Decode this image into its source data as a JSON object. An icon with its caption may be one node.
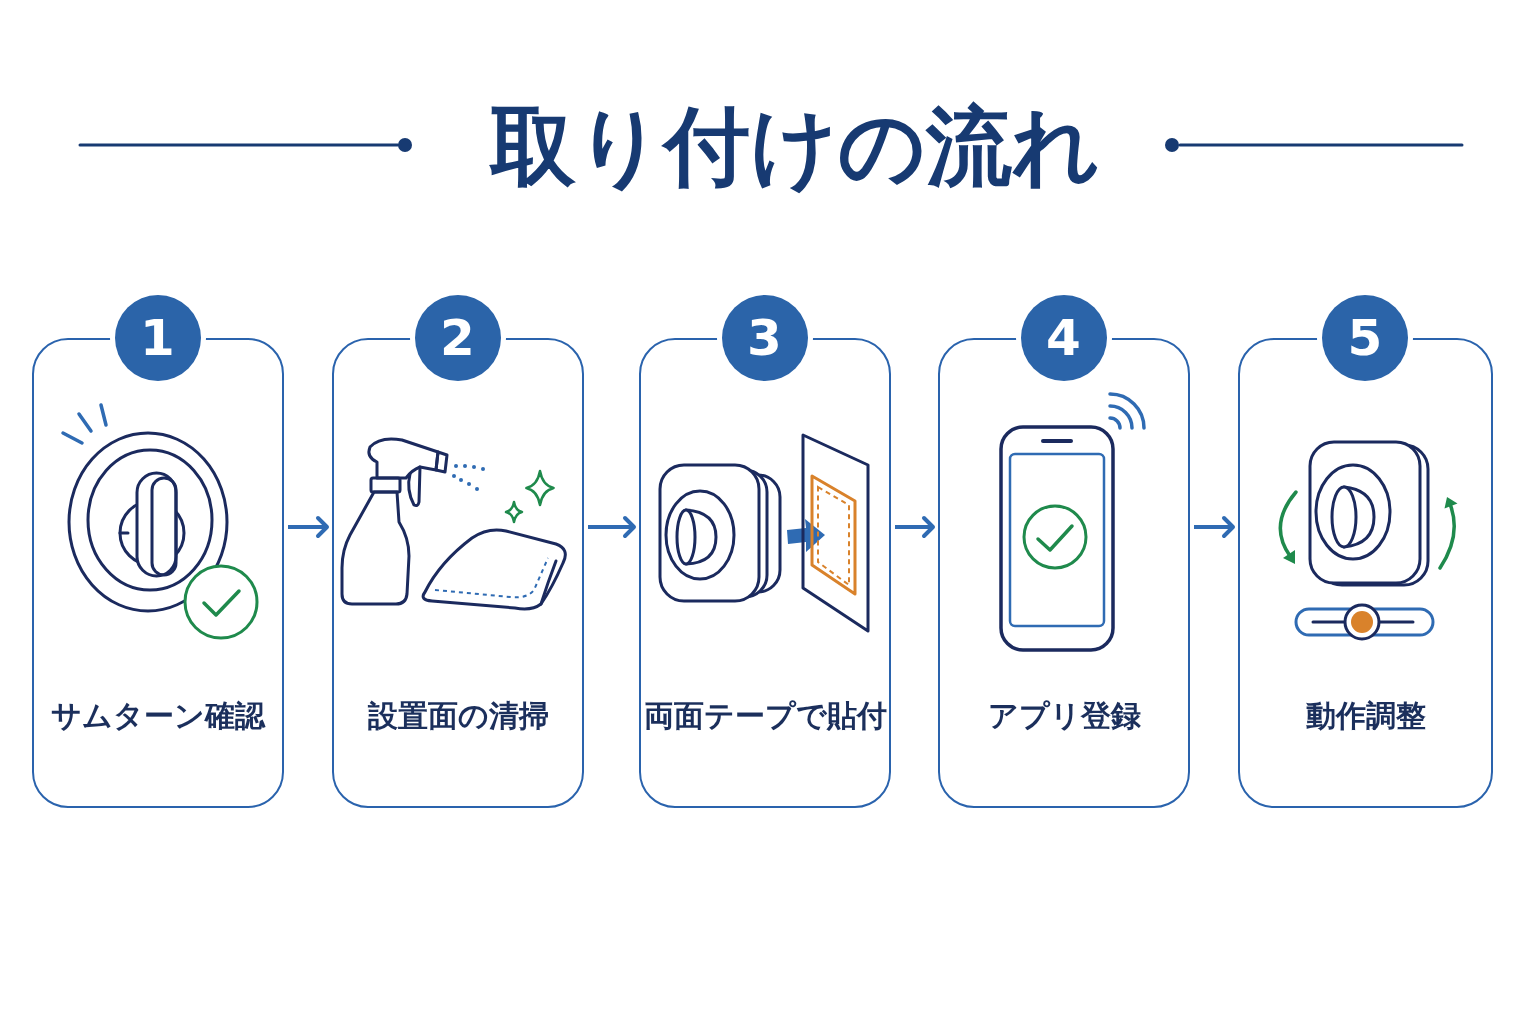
{
  "diagram": {
    "title": "取り付けの流れ",
    "nodes": [
      {
        "text": [
          "1",
          "サムターン確認"
        ]
      },
      {
        "text": [
          "2",
          "設置面の清掃"
        ]
      },
      {
        "text": [
          "3",
          "両面テープで貼付"
        ]
      },
      {
        "text": [
          "4",
          "アプリ登録"
        ]
      },
      {
        "text": [
          "5",
          "動作調整"
        ]
      }
    ],
    "edges": [
      {
        "from": 0,
        "to": 1,
        "arrow": "to"
      },
      {
        "from": 1,
        "to": 2,
        "arrow": "to"
      },
      {
        "from": 2,
        "to": 3,
        "arrow": "to"
      },
      {
        "from": 3,
        "to": 4,
        "arrow": "to"
      }
    ]
  }
}
